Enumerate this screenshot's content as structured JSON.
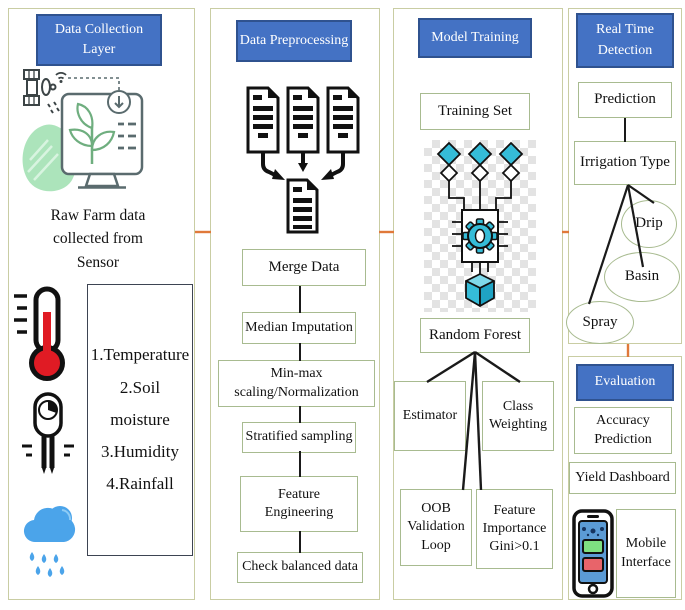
{
  "colors": {
    "header_bg": "#4472c4",
    "header_border": "#2f528f",
    "panel_border": "#c9cda3",
    "flowbox_border": "#a8bb90",
    "connector_orange": "#e0793a",
    "line_black": "#1a1a1a",
    "thermometer_red": "#e01b24",
    "rain_blue": "#4ba4ea",
    "ml_cyan": "#35bcd8"
  },
  "icons": {
    "collection_illustration": "satellite-monitor-plant-illustration",
    "thermometer": "thermometer-icon",
    "soil_sensor": "soil-moisture-sensor-icon",
    "rain": "rain-cloud-icon",
    "docs_merge": "documents-merge-icon",
    "ml_pipeline": "ml-pipeline-chip-icon",
    "phone": "smartphone-icon"
  },
  "columns": {
    "data_collection": {
      "title": "Data Collection Layer",
      "caption": "Raw Farm data collected from Sensor",
      "sensor_list": "1.Temperature\n2.Soil\nmoisture\n3.Humidity\n4.Rainfall"
    },
    "data_preprocessing": {
      "title": "Data Preprocessing",
      "steps": [
        "Merge Data",
        "Median Imputation",
        "Min-max scaling/Normalization",
        "Stratified sampling",
        "Feature Engineering",
        "Check balanced data"
      ]
    },
    "model_training": {
      "title": "Model Training",
      "training_set": "Training Set",
      "random_forest": "Random Forest",
      "children": [
        "Estimator",
        "Class Weighting",
        "OOB Validation Loop",
        "Feature Importance Gini>0.1"
      ]
    },
    "real_time_detection": {
      "title": "Real Time Detection",
      "prediction": "Prediction",
      "irrigation_type": "Irrigation Type",
      "options": [
        "Drip",
        "Basin",
        "Spray"
      ]
    },
    "evaluation": {
      "title": "Evaluation",
      "items": [
        "Accuracy Prediction",
        "Yield Dashboard",
        "Mobile Interface"
      ]
    }
  }
}
